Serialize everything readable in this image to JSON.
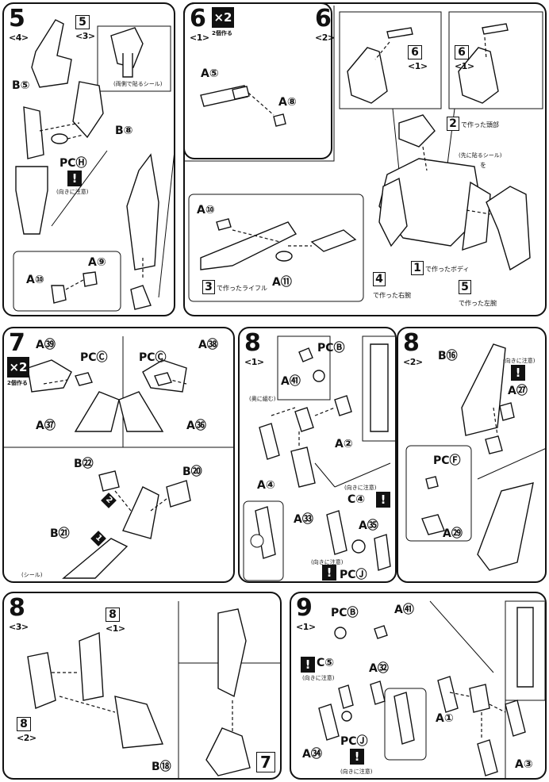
{
  "steps": [
    {
      "id": "p5",
      "num": "5",
      "sub": "<4>",
      "ref_num": "5",
      "ref_sub": "<3>",
      "labels": [
        "B",
        "B",
        "A",
        "A",
        "PC"
      ],
      "parts": [
        "⑤",
        "⑧",
        "⑨",
        "⑩",
        "Ⓗ"
      ],
      "note": "(向きに注意)",
      "sticker_note": "(両側で貼るシール)"
    },
    {
      "id": "p6a",
      "num": "6",
      "sub": "<1>",
      "times": "×2",
      "times_note": "2個作る",
      "labels": [
        "A",
        "A",
        "A",
        "A"
      ],
      "parts": [
        "⑤",
        "⑧",
        "⑩",
        "⑪"
      ],
      "rifle_ref": "3",
      "rifle_text": "で作ったライフル"
    },
    {
      "id": "p6b",
      "num": "6",
      "sub": "<2>",
      "ref1": "6",
      "ref1_sub": "<1>",
      "ref2": "6",
      "ref2_sub": "<1>",
      "head_ref": "2",
      "head_text": "で作った頭部",
      "body_ref": "1",
      "body_text": "で作ったボディ",
      "rarm_ref": "4",
      "rarm_text": "で作った右腕",
      "larm_ref": "5",
      "larm_text": "で作った左腕",
      "sticker_note": "(先に貼るシール)",
      "sticker_mid": "を"
    },
    {
      "id": "p7",
      "num": "7",
      "times": "×2",
      "times_note": "2個作る",
      "labels": [
        "A",
        "PC",
        "PC",
        "A",
        "A",
        "A",
        "B",
        "B",
        "B"
      ],
      "parts": [
        "㊴",
        "Ⓒ",
        "Ⓒ",
        "㊳",
        "㊲",
        "㊱",
        "㉒",
        "⑳",
        "㉑"
      ],
      "sticker": "(シール)",
      "arrow1": "1",
      "arrow2": "2"
    },
    {
      "id": "p8a",
      "num": "8",
      "sub": "<1>",
      "labels": [
        "PC",
        "A",
        "A",
        "A",
        "C",
        "A",
        "A",
        "PC"
      ],
      "parts": [
        "Ⓑ",
        "㊶",
        "②",
        "④",
        "④",
        "㉝",
        "㉟",
        "Ⓙ"
      ],
      "note": "(向きに注意)",
      "note2": "(向きに注意)",
      "note3": "(奥に組む)"
    },
    {
      "id": "p8b",
      "num": "8",
      "sub": "<2>",
      "labels": [
        "B",
        "A",
        "PC",
        "A"
      ],
      "parts": [
        "⑯",
        "㉗",
        "Ⓕ",
        "㉙"
      ],
      "note": "(向きに注意)"
    },
    {
      "id": "p8c",
      "num": "8",
      "sub": "<3>",
      "ref1": "8",
      "ref1_sub": "<1>",
      "ref2": "8",
      "ref2_sub": "<2>",
      "ref3": "7",
      "labels": [
        "B"
      ],
      "parts": [
        "⑱"
      ]
    },
    {
      "id": "p9",
      "num": "9",
      "sub": "<1>",
      "labels": [
        "PC",
        "A",
        "C",
        "A",
        "PC",
        "A",
        "A",
        "A"
      ],
      "parts": [
        "Ⓑ",
        "㊶",
        "⑤",
        "㉜",
        "Ⓙ",
        "㉞",
        "①",
        "③"
      ],
      "note": "(向きに注意)",
      "note2": "(向きに注意)"
    }
  ]
}
